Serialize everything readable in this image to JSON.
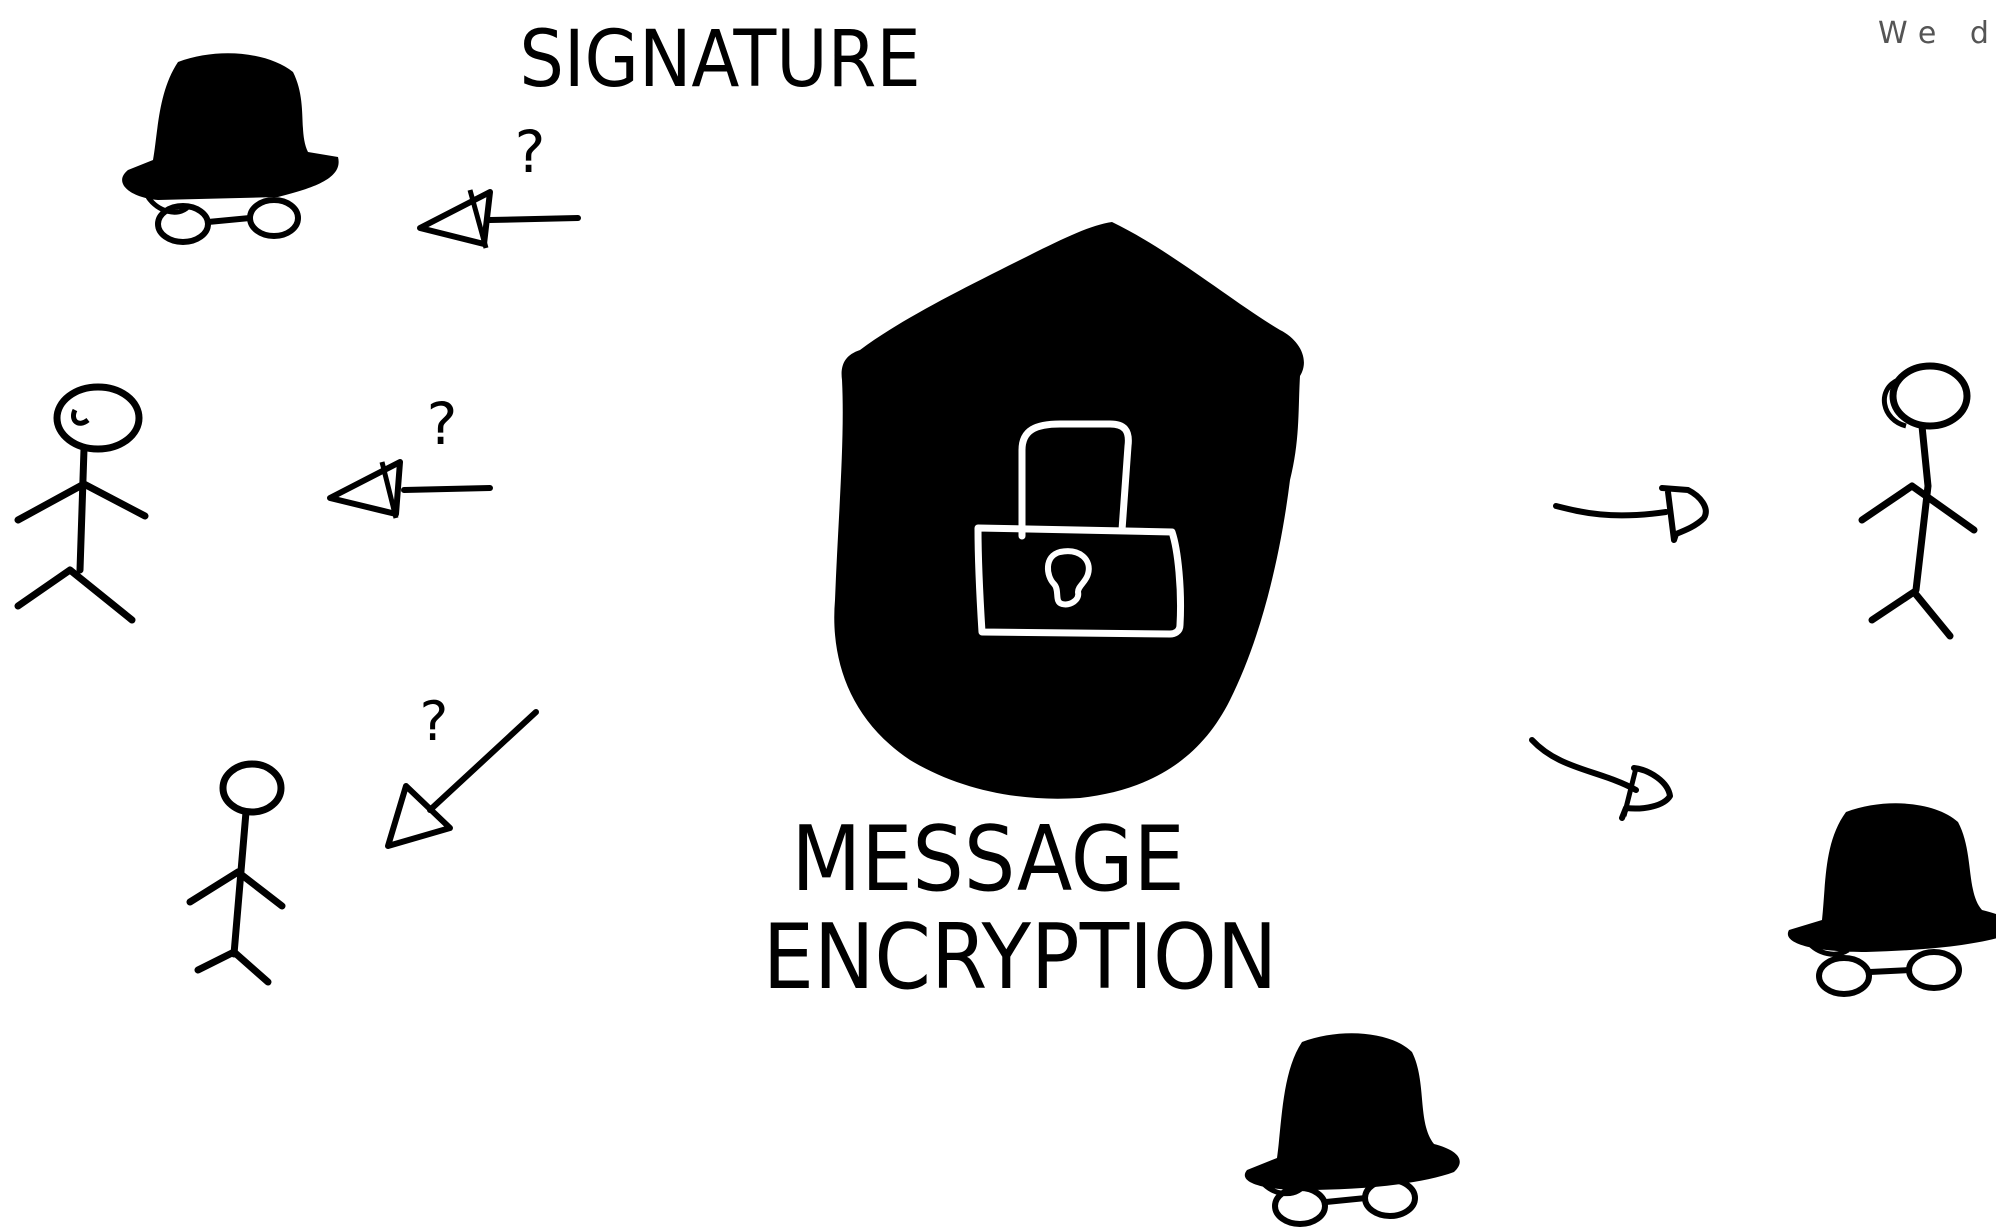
{
  "labels": {
    "signature": "SIGNATURE",
    "message_encryption_line1": "MESSAGE",
    "message_encryption_line2": "ENCRYPTION",
    "question_mark": "?"
  },
  "corner_text": "We di",
  "colors": {
    "ink": "#000000",
    "background": "#ffffff",
    "corner_text": "#555555"
  },
  "icons": [
    "spy-hat-glasses-icon",
    "stick-figure-icon",
    "arrow-icon",
    "shield-icon",
    "padlock-icon"
  ]
}
